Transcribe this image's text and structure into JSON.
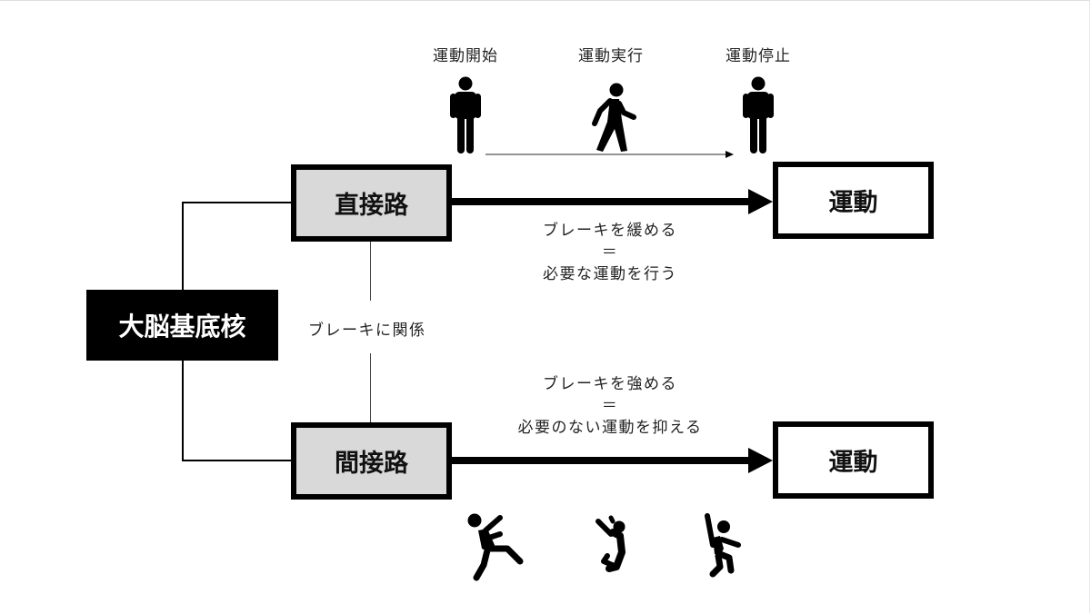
{
  "timeline": {
    "stages": [
      {
        "label": "運動開始",
        "icon": "standing-person-icon"
      },
      {
        "label": "運動実行",
        "icon": "walking-person-icon"
      },
      {
        "label": "運動停止",
        "icon": "standing-person-icon"
      }
    ]
  },
  "nodes": {
    "basal_ganglia": "大脳基底核",
    "direct_path": "直接路",
    "indirect_path": "間接路",
    "movement_top": "運動",
    "movement_bottom": "運動"
  },
  "annotations": {
    "brake_relation": "ブレーキに関係",
    "direct": {
      "line1": "ブレーキを緩める",
      "equals": "＝",
      "line2": "必要な運動を行う"
    },
    "indirect": {
      "line1": "ブレーキを強める",
      "equals": "＝",
      "line2": "必要のない運動を抑える"
    }
  },
  "involuntary_icons": [
    "falling-person-icon",
    "jumping-person-icon",
    "waving-person-icon"
  ],
  "colors": {
    "path_box_fill": "#d9d9d9",
    "basal_ganglia_fill": "#000000",
    "stroke": "#000000"
  }
}
